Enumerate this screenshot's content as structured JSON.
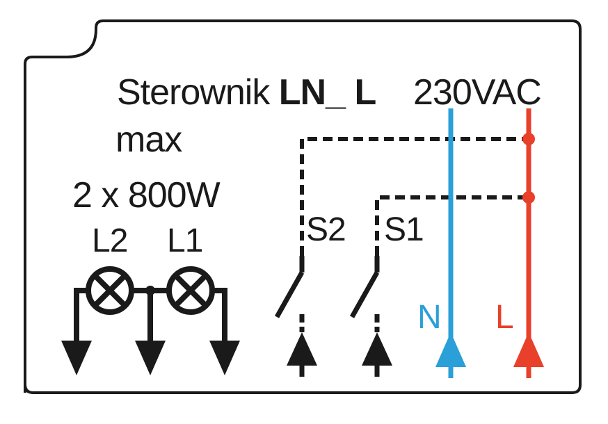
{
  "title": {
    "prefix": "Sterownik ",
    "model": "LN_ L",
    "voltage": "230VAC"
  },
  "spec": {
    "line1": "max",
    "line2": "2 x 800W"
  },
  "lamps": {
    "l2": "L2",
    "l1": "L1"
  },
  "switches": {
    "s2": "S2",
    "s1": "S1"
  },
  "conductors": {
    "neutral": "N",
    "live": "L"
  },
  "colors": {
    "ink": "#1a1a1a",
    "neutral": "#2a9fd8",
    "live": "#e8402a",
    "background": "#ffffff"
  },
  "icons": [
    "lamp-icon",
    "switch-icon",
    "arrow-down-icon",
    "arrow-up-icon"
  ]
}
